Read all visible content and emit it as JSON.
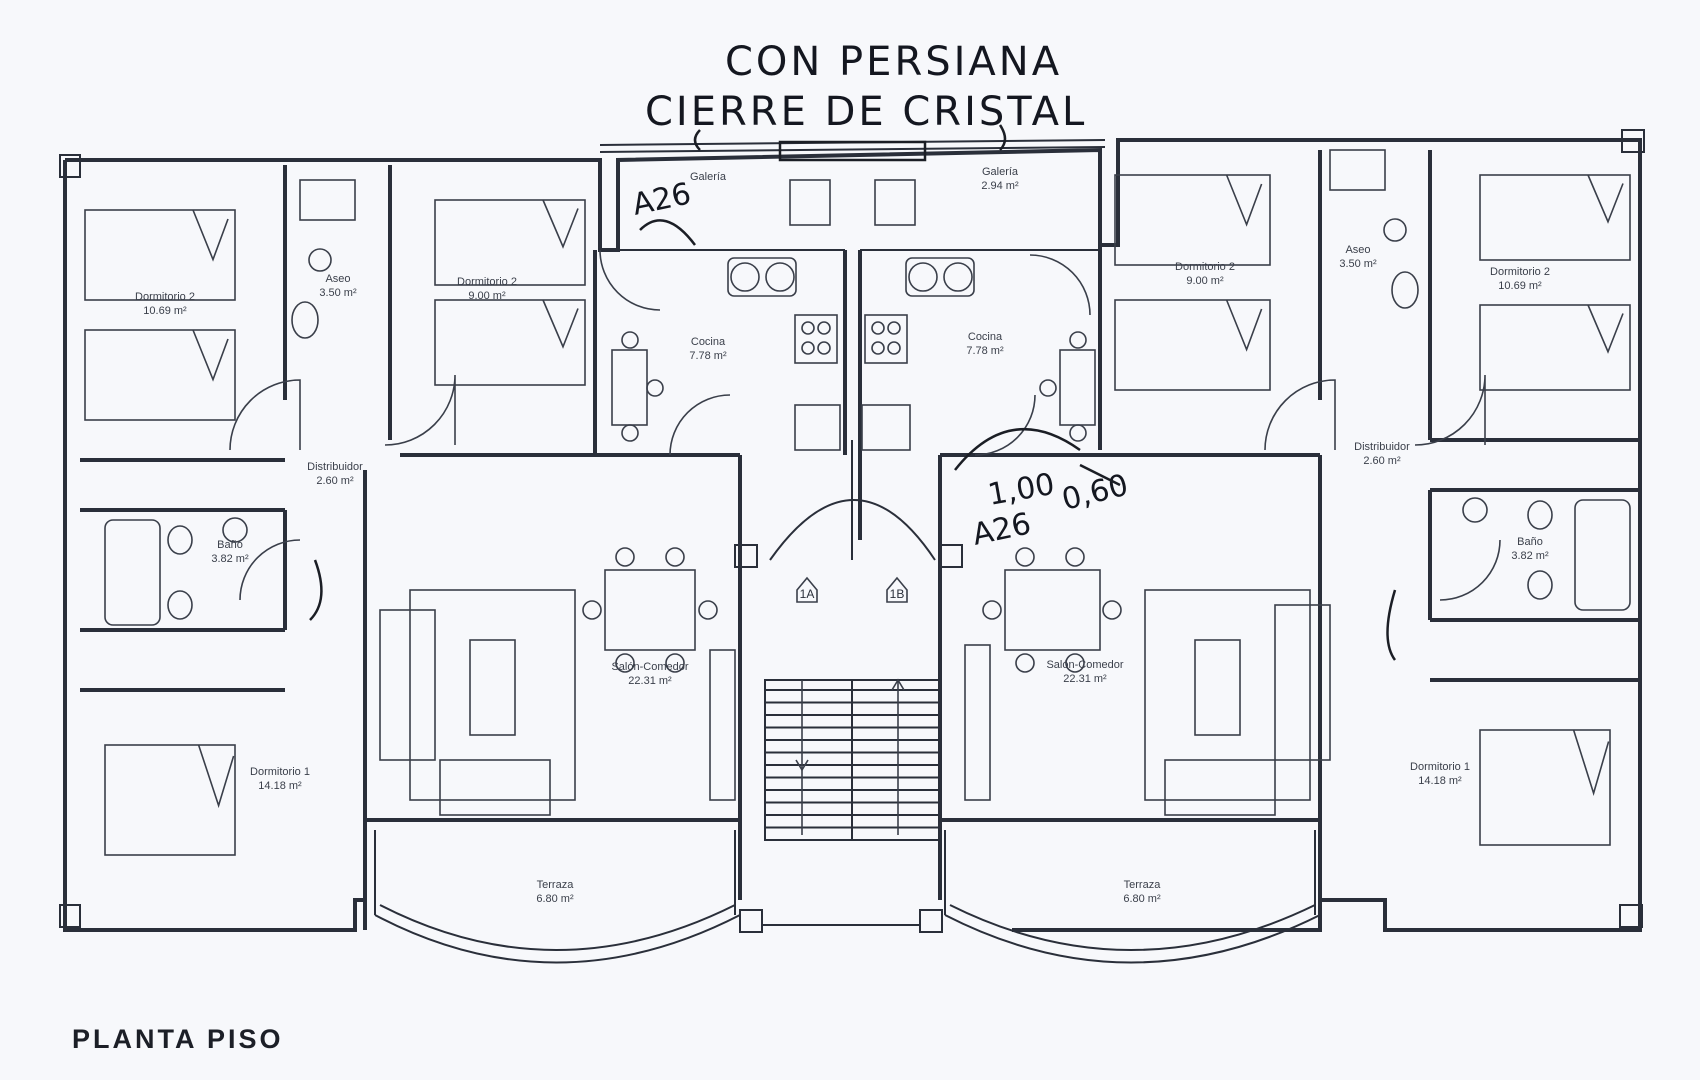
{
  "title": "PLANTA PISO",
  "annotations": {
    "line1": "CON PERSIANA",
    "line2": "CIERRE DE CRISTAL",
    "dim_left": "A26",
    "dim_mid_a": "1,00",
    "dim_mid_b": "0,60",
    "dim_mid_c": "A26"
  },
  "rooms": [
    {
      "id": "l-dorm2a",
      "name": "Dormitorio 2",
      "area": "10.69 m²"
    },
    {
      "id": "l-aseo",
      "name": "Aseo",
      "area": "3.50 m²"
    },
    {
      "id": "l-dorm2b",
      "name": "Dormitorio 2",
      "area": "9.00 m²"
    },
    {
      "id": "l-galeria",
      "name": "Galería",
      "area": ""
    },
    {
      "id": "l-cocina",
      "name": "Cocina",
      "area": "7.78 m²"
    },
    {
      "id": "l-distrib",
      "name": "Distribuidor",
      "area": "2.60 m²"
    },
    {
      "id": "l-bano",
      "name": "Baño",
      "area": "3.82 m²"
    },
    {
      "id": "l-salon",
      "name": "Salón-Comedor",
      "area": "22.31 m²"
    },
    {
      "id": "l-dorm1",
      "name": "Dormitorio 1",
      "area": "14.18 m²"
    },
    {
      "id": "l-terraza",
      "name": "Terraza",
      "area": "6.80 m²"
    },
    {
      "id": "r-galeria",
      "name": "Galería",
      "area": "2.94 m²"
    },
    {
      "id": "r-cocina",
      "name": "Cocina",
      "area": "7.78 m²"
    },
    {
      "id": "r-dorm2b",
      "name": "Dormitorio 2",
      "area": "9.00 m²"
    },
    {
      "id": "r-aseo",
      "name": "Aseo",
      "area": "3.50 m²"
    },
    {
      "id": "r-dorm2a",
      "name": "Dormitorio 2",
      "area": "10.69 m²"
    },
    {
      "id": "r-distrib",
      "name": "Distribuidor",
      "area": "2.60 m²"
    },
    {
      "id": "r-bano",
      "name": "Baño",
      "area": "3.82 m²"
    },
    {
      "id": "r-salon",
      "name": "Salón-Comedor",
      "area": "22.31 m²"
    },
    {
      "id": "r-dorm1",
      "name": "Dormitorio 1",
      "area": "14.18 m²"
    },
    {
      "id": "r-terraza",
      "name": "Terraza",
      "area": "6.80 m²"
    }
  ],
  "stairs": {
    "left": "1A",
    "right": "1B"
  }
}
